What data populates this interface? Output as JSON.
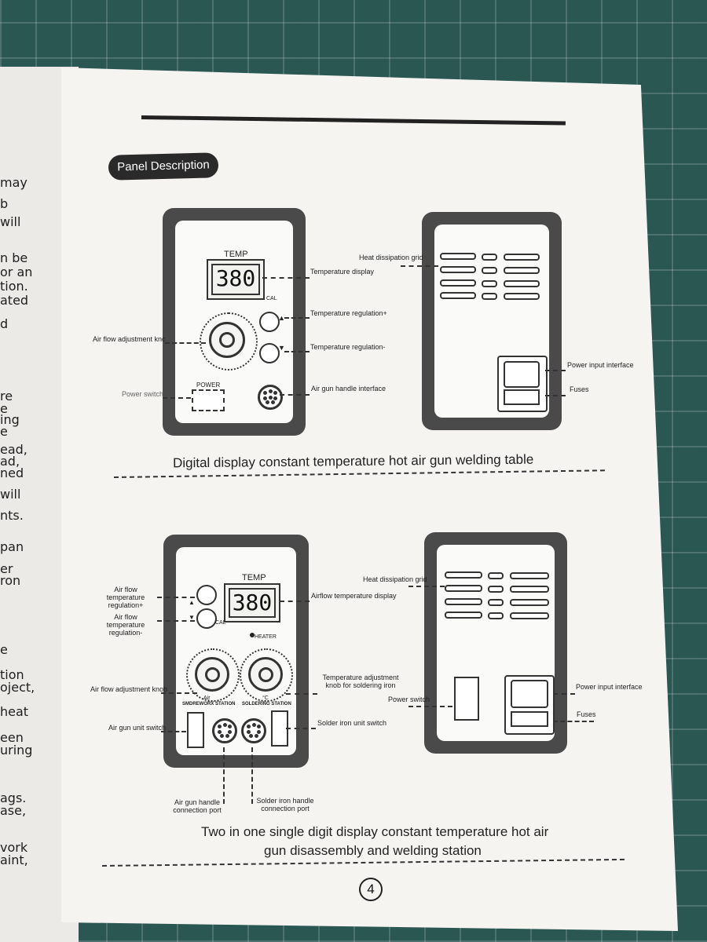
{
  "left_page_fragments": [
    "may",
    "b",
    "will",
    "n be",
    "or an",
    "tion.",
    "ated",
    "d",
    "re",
    "e",
    "ing",
    "e",
    "ead,",
    "ad,",
    "ned",
    "will",
    "nts.",
    "pan",
    "er",
    "ron",
    "e",
    "tion",
    "oject,",
    "heat",
    "een",
    "uring",
    "ags.",
    "ase,",
    "vork",
    "aint,"
  ],
  "section_title": "Panel Description",
  "diagram1": {
    "front": {
      "temp_label": "TEMP",
      "display_value": "380",
      "cal_label": "CAL",
      "power_label": "POWER",
      "callouts": {
        "temperature_display": "Temperature display",
        "temp_up": "Temperature regulation+",
        "temp_down": "Temperature regulation-",
        "air_flow_knob": "Air flow adjustment knob",
        "power_switch": "Power switch",
        "air_gun_interface": "Air gun handle interface"
      }
    },
    "back": {
      "callouts": {
        "heat_grid": "Heat dissipation grid",
        "power_input": "Power input interface",
        "fuses": "Fuses"
      }
    },
    "caption": "Digital display constant temperature hot air gun welding table"
  },
  "diagram2": {
    "front": {
      "temp_label": "TEMP",
      "display_value": "380",
      "cal_label": "CAL",
      "heater_label": "HEATER",
      "air_label": "Air",
      "celsius_label": "°C",
      "station_left": "SMDREWORX STATION",
      "station_right": "SOLDERING STATION",
      "callouts": {
        "air_temp_up": "Air flow temperature regulation+",
        "air_temp_down": "Air flow temperature regulation-",
        "air_temp_display": "Airflow temperature display",
        "air_flow_knob": "Air flow adjustment knob",
        "temp_knob": "Temperature adjustment knob for soldering iron",
        "air_gun_switch": "Air gun unit switch",
        "solder_switch": "Solder iron unit switch",
        "air_gun_port": "Air gun handle connection port",
        "solder_port": "Solder iron handle connection port"
      }
    },
    "back": {
      "callouts": {
        "heat_grid": "Heat dissipation grid",
        "power_switch": "Power switch",
        "power_input": "Power input interface",
        "fuses": "Fuses"
      }
    },
    "caption_line1": "Two in one single digit display constant temperature hot air",
    "caption_line2": "gun disassembly and welding station"
  },
  "page_number": "4"
}
